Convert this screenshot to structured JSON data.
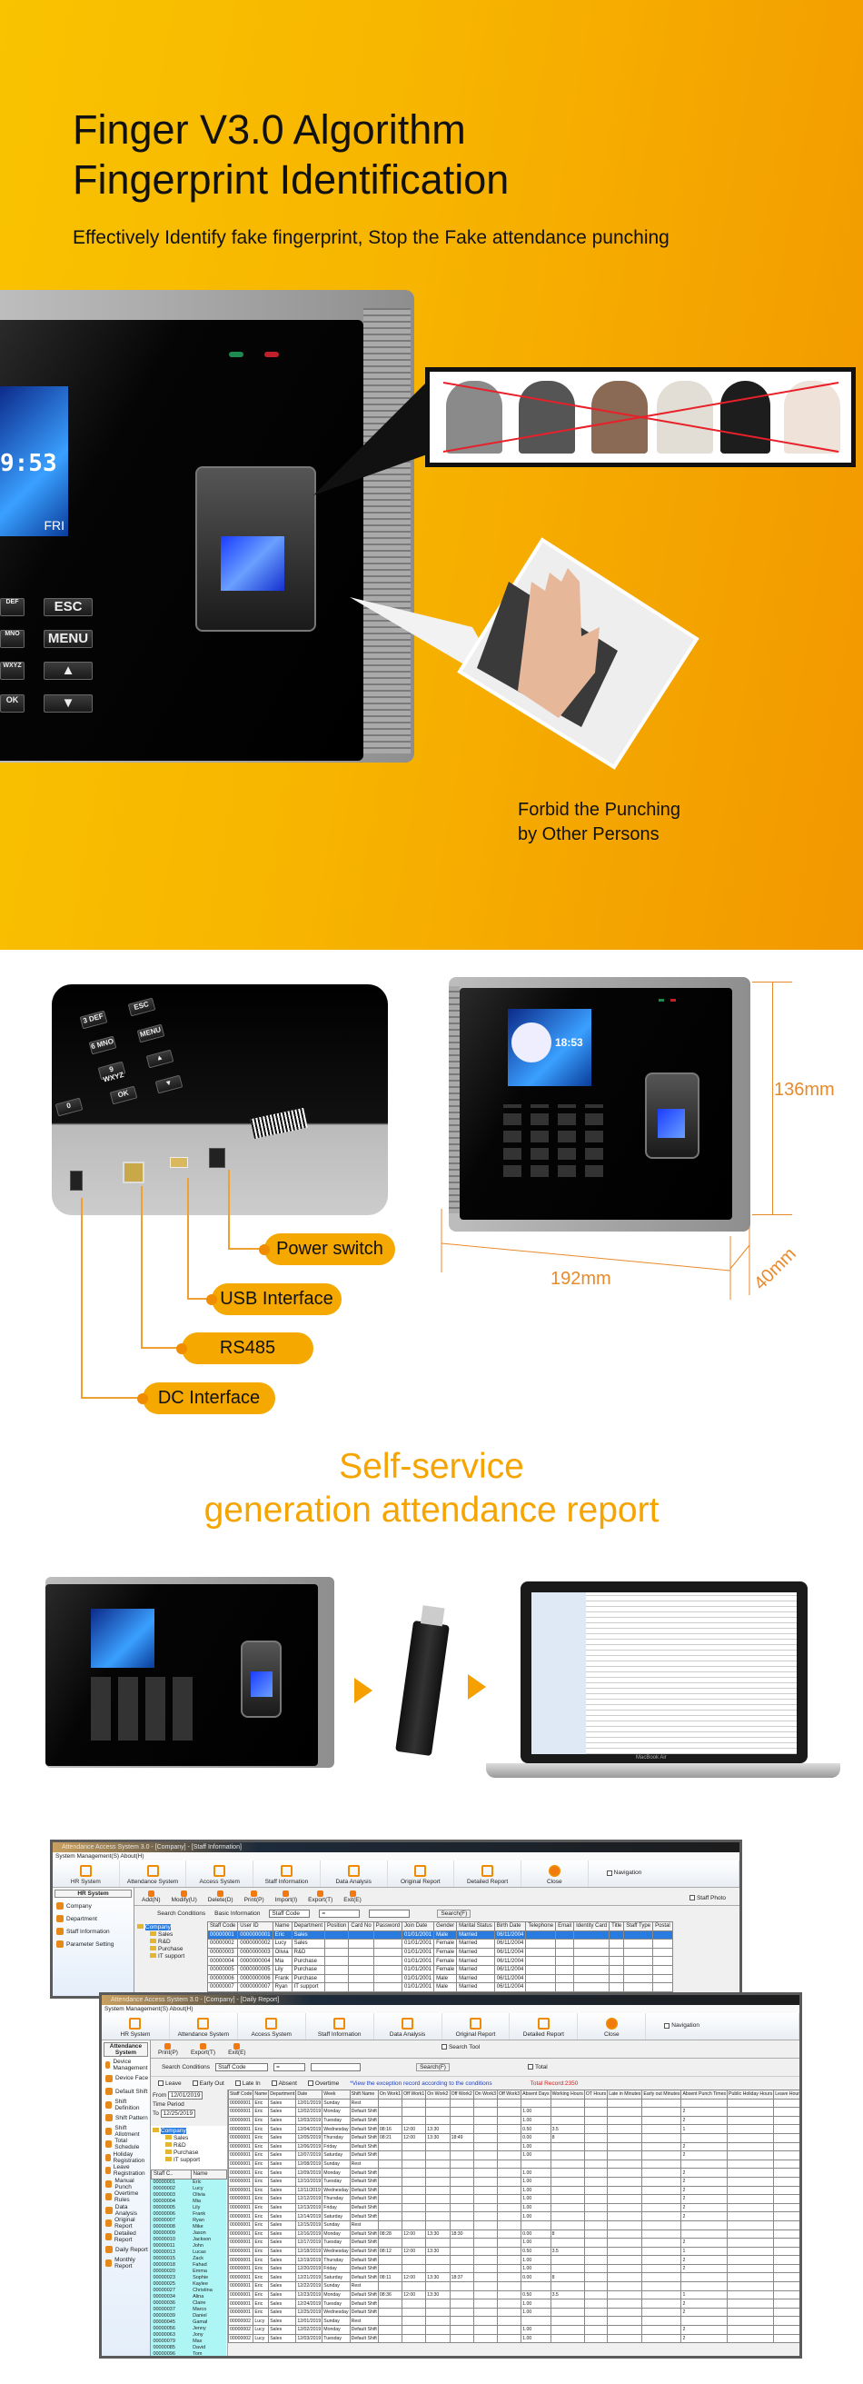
{
  "hero": {
    "title_line1": "Finger V3.0 Algorithm",
    "title_line2": "Fingerprint Identification",
    "subtitle": "Effectively Identify fake fingerprint,  Stop the Fake attendance punching",
    "callout": [
      "Forbid the Punching",
      "by Other Persons"
    ],
    "device": {
      "time": "9:53",
      "day": "FRI",
      "keys": [
        "ESC",
        "MENU",
        "▲",
        "▼"
      ],
      "left_keys": [
        "DEF",
        "MNO",
        "WXYZ",
        "OK"
      ]
    },
    "colors": {
      "orange_light": "#f9c300",
      "orange_dark": "#f29700",
      "cross": "#e8202a"
    }
  },
  "ports": {
    "labels": [
      "Power switch",
      "USB Interface",
      "RS485",
      "DC Interface"
    ],
    "keys": [
      "ESC",
      "3 DEF",
      "MENU",
      "6 MNO",
      "▲",
      "9 WXYZ",
      "▼",
      "OK",
      "0"
    ],
    "dimensions": {
      "height": "136mm",
      "width": "192mm",
      "depth": "40mm"
    },
    "screen_time": "18:53"
  },
  "self_service": {
    "line1": "Self-service",
    "line2": "generation attendance report",
    "laptop_label": "MacBook Air"
  },
  "software": {
    "toolbar": [
      "HR System",
      "Attendance System",
      "Access System",
      "Staff Information",
      "Data Analysis",
      "Original Report",
      "Detailed Report",
      "Close"
    ],
    "menu": "System Management(S)   About(H)",
    "navigation": "Navigation",
    "win1": {
      "title": "Attendance Access System 3.0 - [Company] - [Staff Information]",
      "panel": "HR System",
      "side": [
        "Company",
        "Department",
        "Staff Information",
        "Parameter Setting"
      ],
      "actions": [
        "Add(N)",
        "Modify(U)",
        "Delete(D)",
        "Print(P)",
        "Import(I)",
        "Export(T)",
        "Exit(E)"
      ],
      "staff_photo": "Staff Photo",
      "search_label": "Search Conditions",
      "basic_info": "Basic Information",
      "field": "Staff Code",
      "op": "=",
      "search": "Search(F)",
      "tree": [
        "Company",
        "Sales",
        "R&D",
        "Purchase",
        "IT support"
      ],
      "headers": [
        "Staff Code",
        "User ID",
        "Name",
        "Department",
        "Position",
        "Card No",
        "Password",
        "Join Date",
        "Gender",
        "Marital Status",
        "Birth Date",
        "Telephone",
        "Email",
        "Identity Card",
        "Title",
        "Staff Type",
        "Postal"
      ],
      "rows": [
        [
          "00000001",
          "0000000001",
          "Eric",
          "Sales",
          "",
          "",
          "",
          "01/01/2001",
          "Male",
          "Married",
          "06/11/2004",
          "",
          "",
          "",
          "",
          "",
          ""
        ],
        [
          "00000002",
          "0000000002",
          "Lucy",
          "Sales",
          "",
          "",
          "",
          "01/01/2001",
          "Female",
          "Married",
          "06/11/2004",
          "",
          "",
          "",
          "",
          "",
          ""
        ],
        [
          "00000003",
          "0000000003",
          "Olivia",
          "R&D",
          "",
          "",
          "",
          "01/01/2001",
          "Female",
          "Married",
          "06/11/2004",
          "",
          "",
          "",
          "",
          "",
          ""
        ],
        [
          "00000004",
          "0000000004",
          "Mia",
          "Purchase",
          "",
          "",
          "",
          "01/01/2001",
          "Female",
          "Married",
          "06/11/2004",
          "",
          "",
          "",
          "",
          "",
          ""
        ],
        [
          "00000005",
          "0000000005",
          "Lily",
          "Purchase",
          "",
          "",
          "",
          "01/01/2001",
          "Female",
          "Married",
          "06/11/2004",
          "",
          "",
          "",
          "",
          "",
          ""
        ],
        [
          "00000006",
          "0000000006",
          "Frank",
          "Purchase",
          "",
          "",
          "",
          "01/01/2001",
          "Male",
          "Married",
          "06/11/2004",
          "",
          "",
          "",
          "",
          "",
          ""
        ],
        [
          "00000007",
          "0000000007",
          "Ryan",
          "IT support",
          "",
          "",
          "",
          "01/01/2001",
          "Male",
          "Married",
          "06/11/2004",
          "",
          "",
          "",
          "",
          "",
          ""
        ]
      ]
    },
    "win2": {
      "title": "Attendance Access System 3.0 - [Company] - [Daily Report]",
      "panel": "Attendance System",
      "side": [
        "Device Management",
        "Device Face",
        "Default Shift",
        "Shift Definition",
        "Shift Pattern",
        "Shift Allotment",
        "Total Schedule",
        "Holiday Registration",
        "Leave Registration",
        "Manual Punch",
        "Overtime Rules",
        "Data Analysis",
        "Original Report",
        "Detailed Report",
        "Daily Report",
        "Monthly Report"
      ],
      "actions": [
        "Print(P)",
        "Export(T)",
        "Exit(E)"
      ],
      "search_tool": "Search Tool",
      "total": "Total",
      "search_label": "Search Conditions",
      "field": "Staff Code",
      "op": "=",
      "search": "Search(F)",
      "filters": [
        "Leave",
        "Early Out",
        "Late In",
        "Absent",
        "Overtime"
      ],
      "hint": "*View the exception record according to the conditions",
      "total_record": "Total Record:2350",
      "from_label": "From",
      "to_label": "To",
      "period_label": "Time Period",
      "from": "12/01/2019",
      "to": "12/25/2019",
      "tree": [
        "Company",
        "Sales",
        "R&D",
        "Purchase",
        "IT support"
      ],
      "staff_list_headers": [
        "Staff C..",
        "Name"
      ],
      "staff_list": [
        [
          "00000001",
          "Eric"
        ],
        [
          "00000002",
          "Lucy"
        ],
        [
          "00000003",
          "Olivia"
        ],
        [
          "00000004",
          "Mia"
        ],
        [
          "00000005",
          "Lily"
        ],
        [
          "00000006",
          "Frank"
        ],
        [
          "00000007",
          "Ryan"
        ],
        [
          "00000008",
          "Mike"
        ],
        [
          "00000009",
          "Jason"
        ],
        [
          "00000010",
          "Jackson"
        ],
        [
          "00000011",
          "John"
        ],
        [
          "00000013",
          "Lucas"
        ],
        [
          "00000015",
          "Zack"
        ],
        [
          "00000018",
          "Fahad"
        ],
        [
          "00000020",
          "Emma"
        ],
        [
          "00000023",
          "Sophie"
        ],
        [
          "00000025",
          "Kaylee"
        ],
        [
          "00000027",
          "Christina"
        ],
        [
          "00000034",
          "Alina"
        ],
        [
          "00000036",
          "Claire"
        ],
        [
          "00000037",
          "Marco"
        ],
        [
          "00000039",
          "Daniel"
        ],
        [
          "00000045",
          "Gamal"
        ],
        [
          "00000056",
          "Jenny"
        ],
        [
          "00000063",
          "Jony"
        ],
        [
          "00000079",
          "Max"
        ],
        [
          "00000085",
          "David"
        ],
        [
          "00000096",
          "Tom"
        ]
      ],
      "headers": [
        "Staff Code",
        "Name",
        "Department",
        "Date",
        "Week",
        "Shift Name",
        "On Work1",
        "Off Work1",
        "On Work2",
        "Off Work2",
        "On Work3",
        "Off Work3",
        "Absent Days",
        "Working Hours",
        "OT Hours",
        "Late in Minutes",
        "Early out Minutes",
        "Absent Punch Times",
        "Public Holiday Hours",
        "Leave Hours"
      ],
      "rows": [
        [
          "00000001",
          "Eric",
          "Sales",
          "12/01/2019",
          "Sunday",
          "Rest",
          "",
          "",
          "",
          "",
          "",
          "",
          "",
          "",
          "",
          "",
          "",
          "",
          "",
          ""
        ],
        [
          "00000001",
          "Eric",
          "Sales",
          "12/02/2019",
          "Monday",
          "Default Shift",
          "",
          "",
          "",
          "",
          "",
          "",
          "1.00",
          "",
          "",
          "",
          "",
          "2",
          "",
          ""
        ],
        [
          "00000001",
          "Eric",
          "Sales",
          "12/03/2019",
          "Tuesday",
          "Default Shift",
          "",
          "",
          "",
          "",
          "",
          "",
          "1.00",
          "",
          "",
          "",
          "",
          "2",
          "",
          ""
        ],
        [
          "00000001",
          "Eric",
          "Sales",
          "12/04/2019",
          "Wednesday",
          "Default Shift",
          "08:16",
          "12:00",
          "13:30",
          "",
          "",
          "",
          "0.50",
          "3.5",
          "",
          "",
          "",
          "1",
          "",
          ""
        ],
        [
          "00000001",
          "Eric",
          "Sales",
          "12/05/2019",
          "Thursday",
          "Default Shift",
          "08:21",
          "12:00",
          "13:30",
          "18:49",
          "",
          "",
          "0.00",
          "8",
          "",
          "",
          "",
          "",
          "",
          ""
        ],
        [
          "00000001",
          "Eric",
          "Sales",
          "12/06/2019",
          "Friday",
          "Default Shift",
          "",
          "",
          "",
          "",
          "",
          "",
          "1.00",
          "",
          "",
          "",
          "",
          "2",
          "",
          ""
        ],
        [
          "00000001",
          "Eric",
          "Sales",
          "12/07/2019",
          "Saturday",
          "Default Shift",
          "",
          "",
          "",
          "",
          "",
          "",
          "1.00",
          "",
          "",
          "",
          "",
          "2",
          "",
          ""
        ],
        [
          "00000001",
          "Eric",
          "Sales",
          "12/08/2019",
          "Sunday",
          "Rest",
          "",
          "",
          "",
          "",
          "",
          "",
          "",
          "",
          "",
          "",
          "",
          "",
          "",
          ""
        ],
        [
          "00000001",
          "Eric",
          "Sales",
          "12/09/2019",
          "Monday",
          "Default Shift",
          "",
          "",
          "",
          "",
          "",
          "",
          "1.00",
          "",
          "",
          "",
          "",
          "2",
          "",
          ""
        ],
        [
          "00000001",
          "Eric",
          "Sales",
          "12/10/2019",
          "Tuesday",
          "Default Shift",
          "",
          "",
          "",
          "",
          "",
          "",
          "1.00",
          "",
          "",
          "",
          "",
          "2",
          "",
          ""
        ],
        [
          "00000001",
          "Eric",
          "Sales",
          "12/11/2019",
          "Wednesday",
          "Default Shift",
          "",
          "",
          "",
          "",
          "",
          "",
          "1.00",
          "",
          "",
          "",
          "",
          "2",
          "",
          ""
        ],
        [
          "00000001",
          "Eric",
          "Sales",
          "12/12/2019",
          "Thursday",
          "Default Shift",
          "",
          "",
          "",
          "",
          "",
          "",
          "1.00",
          "",
          "",
          "",
          "",
          "2",
          "",
          ""
        ],
        [
          "00000001",
          "Eric",
          "Sales",
          "12/13/2019",
          "Friday",
          "Default Shift",
          "",
          "",
          "",
          "",
          "",
          "",
          "1.00",
          "",
          "",
          "",
          "",
          "2",
          "",
          ""
        ],
        [
          "00000001",
          "Eric",
          "Sales",
          "12/14/2019",
          "Saturday",
          "Default Shift",
          "",
          "",
          "",
          "",
          "",
          "",
          "1.00",
          "",
          "",
          "",
          "",
          "2",
          "",
          ""
        ],
        [
          "00000001",
          "Eric",
          "Sales",
          "12/15/2019",
          "Sunday",
          "Rest",
          "",
          "",
          "",
          "",
          "",
          "",
          "",
          "",
          "",
          "",
          "",
          "",
          "",
          ""
        ],
        [
          "00000001",
          "Eric",
          "Sales",
          "12/16/2019",
          "Monday",
          "Default Shift",
          "08:28",
          "12:00",
          "13:30",
          "18:30",
          "",
          "",
          "0.00",
          "8",
          "",
          "",
          "",
          "",
          "",
          ""
        ],
        [
          "00000001",
          "Eric",
          "Sales",
          "12/17/2019",
          "Tuesday",
          "Default Shift",
          "",
          "",
          "",
          "",
          "",
          "",
          "1.00",
          "",
          "",
          "",
          "",
          "2",
          "",
          ""
        ],
        [
          "00000001",
          "Eric",
          "Sales",
          "12/18/2019",
          "Wednesday",
          "Default Shift",
          "08:12",
          "12:00",
          "13:30",
          "",
          "",
          "",
          "0.50",
          "3.5",
          "",
          "",
          "",
          "1",
          "",
          ""
        ],
        [
          "00000001",
          "Eric",
          "Sales",
          "12/19/2019",
          "Thursday",
          "Default Shift",
          "",
          "",
          "",
          "",
          "",
          "",
          "1.00",
          "",
          "",
          "",
          "",
          "2",
          "",
          ""
        ],
        [
          "00000001",
          "Eric",
          "Sales",
          "12/20/2019",
          "Friday",
          "Default Shift",
          "",
          "",
          "",
          "",
          "",
          "",
          "1.00",
          "",
          "",
          "",
          "",
          "2",
          "",
          ""
        ],
        [
          "00000001",
          "Eric",
          "Sales",
          "12/21/2019",
          "Saturday",
          "Default Shift",
          "08:11",
          "12:00",
          "13:30",
          "18:37",
          "",
          "",
          "0.00",
          "8",
          "",
          "",
          "",
          "",
          "",
          ""
        ],
        [
          "00000001",
          "Eric",
          "Sales",
          "12/22/2019",
          "Sunday",
          "Rest",
          "",
          "",
          "",
          "",
          "",
          "",
          "",
          "",
          "",
          "",
          "",
          "",
          "",
          ""
        ],
        [
          "00000001",
          "Eric",
          "Sales",
          "12/23/2019",
          "Monday",
          "Default Shift",
          "08:36",
          "12:00",
          "13:30",
          "",
          "",
          "",
          "0.50",
          "3.5",
          "",
          "",
          "",
          "1",
          "",
          ""
        ],
        [
          "00000001",
          "Eric",
          "Sales",
          "12/24/2019",
          "Tuesday",
          "Default Shift",
          "",
          "",
          "",
          "",
          "",
          "",
          "1.00",
          "",
          "",
          "",
          "",
          "2",
          "",
          ""
        ],
        [
          "00000001",
          "Eric",
          "Sales",
          "12/25/2019",
          "Wednesday",
          "Default Shift",
          "",
          "",
          "",
          "",
          "",
          "",
          "1.00",
          "",
          "",
          "",
          "",
          "2",
          "",
          ""
        ],
        [
          "00000002",
          "Lucy",
          "Sales",
          "12/01/2019",
          "Sunday",
          "Rest",
          "",
          "",
          "",
          "",
          "",
          "",
          "",
          "",
          "",
          "",
          "",
          "",
          "",
          ""
        ],
        [
          "00000002",
          "Lucy",
          "Sales",
          "12/02/2019",
          "Monday",
          "Default Shift",
          "",
          "",
          "",
          "",
          "",
          "",
          "1.00",
          "",
          "",
          "",
          "",
          "2",
          "",
          ""
        ],
        [
          "00000002",
          "Lucy",
          "Sales",
          "12/03/2019",
          "Tuesday",
          "Default Shift",
          "",
          "",
          "",
          "",
          "",
          "",
          "1.00",
          "",
          "",
          "",
          "",
          "2",
          "",
          ""
        ]
      ]
    }
  }
}
